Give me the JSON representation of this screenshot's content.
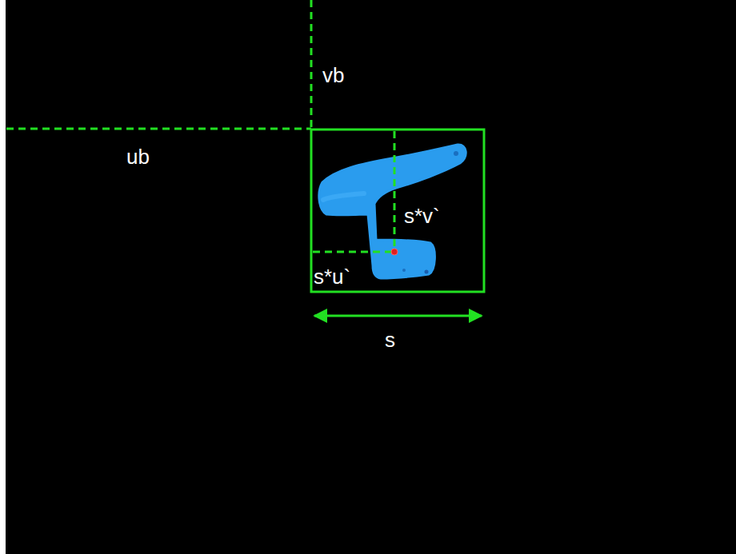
{
  "diagram": {
    "labels": [
      "vb",
      "ub",
      "s*v`",
      "s*u`",
      "s"
    ]
  }
}
